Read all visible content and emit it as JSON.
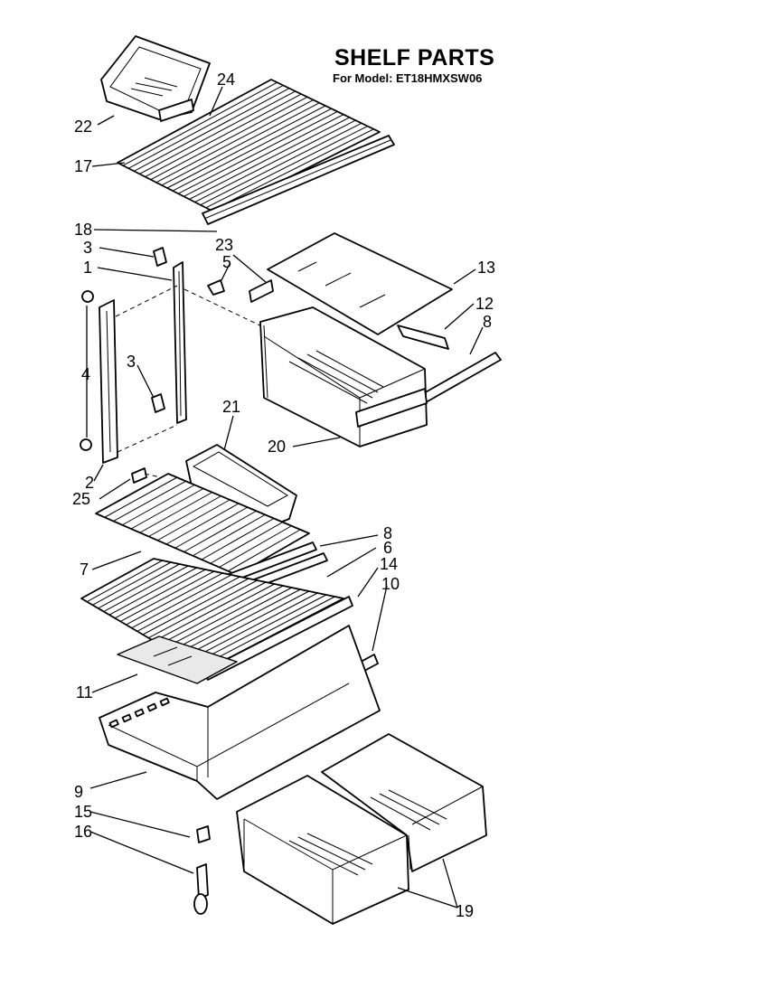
{
  "header": {
    "title": "SHELF PARTS",
    "model": "For Model: ET18HMXSW06"
  },
  "callouts": {
    "c1": "1",
    "c2": "2",
    "c3a": "3",
    "c3b": "3",
    "c4": "4",
    "c5": "5",
    "c6": "6",
    "c7": "7",
    "c8a": "8",
    "c8b": "8",
    "c9": "9",
    "c10": "10",
    "c11": "11",
    "c12": "12",
    "c13": "13",
    "c14": "14",
    "c15": "15",
    "c16": "16",
    "c17": "17",
    "c18": "18",
    "c19": "19",
    "c20": "20",
    "c21": "21",
    "c22": "22",
    "c23": "23",
    "c24": "24",
    "c25": "25"
  }
}
